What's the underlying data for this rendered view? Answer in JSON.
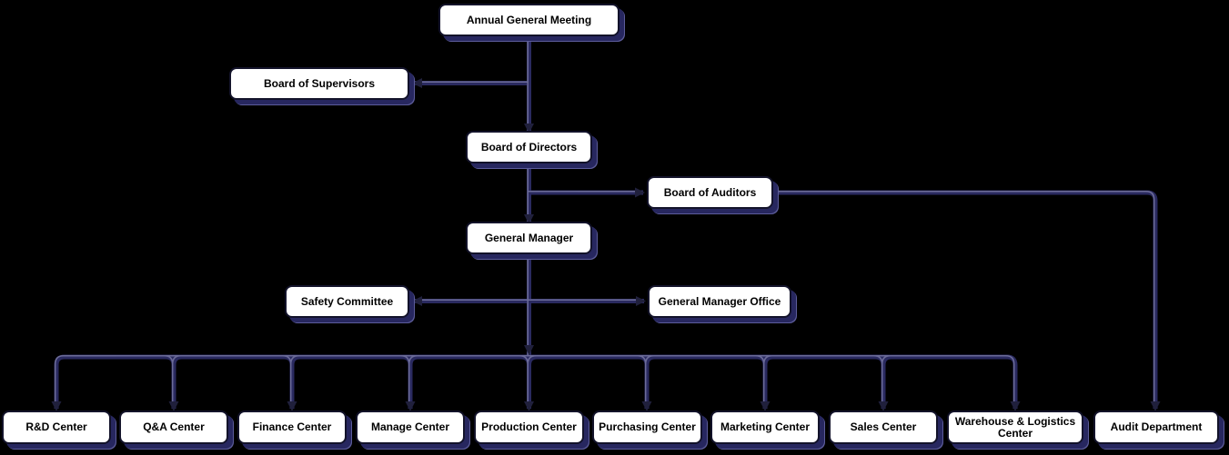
{
  "diagram_type": "organization-chart",
  "colors": {
    "background": "#000000",
    "node_fill": "#ffffff",
    "node_border": "#13132a",
    "node_text": "#000000",
    "shadow": "#27275f",
    "shadow_edge": "#5c5c9a",
    "connector": "#2a2a60",
    "connector_highlight": "#73739f",
    "arrowhead": "#20203c"
  },
  "nodes": {
    "annual_general_meeting": {
      "label": "Annual General Meeting"
    },
    "board_of_supervisors": {
      "label": "Board of Supervisors"
    },
    "board_of_directors": {
      "label": "Board of Directors"
    },
    "board_of_auditors": {
      "label": "Board of Auditors"
    },
    "general_manager": {
      "label": "General Manager"
    },
    "safety_committee": {
      "label": "Safety Committee"
    },
    "general_manager_office": {
      "label": "General Manager Office"
    },
    "departments": [
      {
        "label": "R&D Center"
      },
      {
        "label": "Q&A Center"
      },
      {
        "label": "Finance Center"
      },
      {
        "label": "Manage Center"
      },
      {
        "label": "Production Center"
      },
      {
        "label": "Purchasing Center"
      },
      {
        "label": "Marketing Center"
      },
      {
        "label": "Sales Center"
      },
      {
        "label": "Warehouse & Logistics Center"
      },
      {
        "label": "Audit Department"
      }
    ]
  },
  "edges": [
    {
      "from": "Annual General Meeting",
      "to": "Board of Supervisors"
    },
    {
      "from": "Annual General Meeting",
      "to": "Board of Directors"
    },
    {
      "from": "Board of Directors",
      "to": "Board of Auditors"
    },
    {
      "from": "Board of Directors",
      "to": "General Manager"
    },
    {
      "from": "General Manager",
      "to": "Safety Committee"
    },
    {
      "from": "General Manager",
      "to": "General Manager Office"
    },
    {
      "from": "General Manager",
      "to": "R&D Center"
    },
    {
      "from": "General Manager",
      "to": "Q&A Center"
    },
    {
      "from": "General Manager",
      "to": "Finance Center"
    },
    {
      "from": "General Manager",
      "to": "Manage Center"
    },
    {
      "from": "General Manager",
      "to": "Production Center"
    },
    {
      "from": "General Manager",
      "to": "Purchasing Center"
    },
    {
      "from": "General Manager",
      "to": "Marketing Center"
    },
    {
      "from": "General Manager",
      "to": "Sales Center"
    },
    {
      "from": "General Manager",
      "to": "Warehouse & Logistics Center"
    },
    {
      "from": "Board of Auditors",
      "to": "Audit Department"
    }
  ]
}
